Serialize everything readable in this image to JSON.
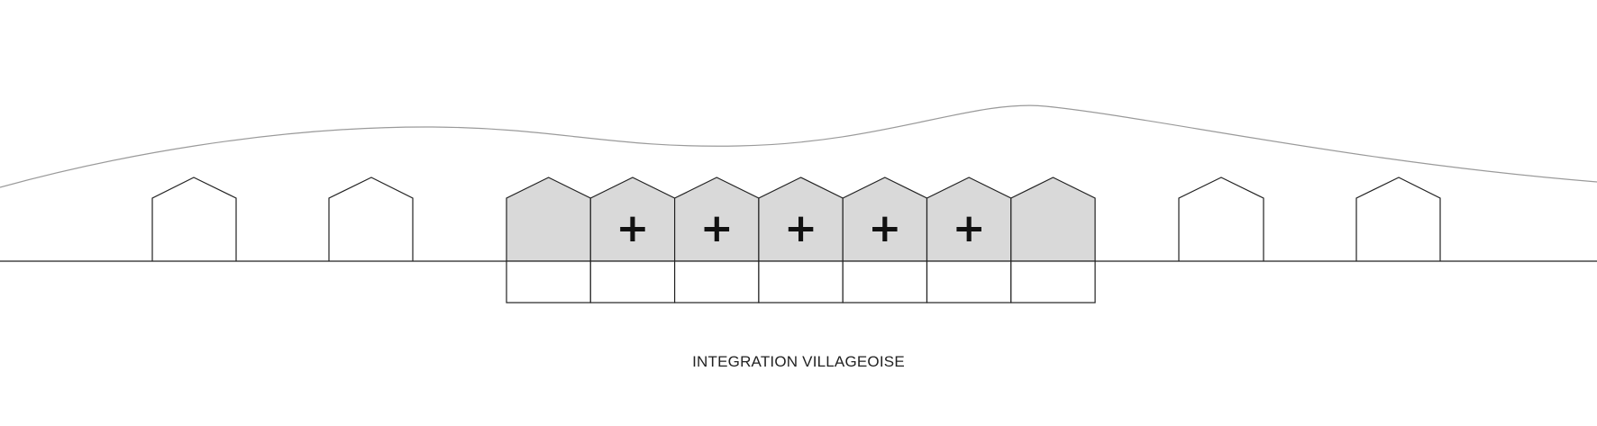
{
  "caption": "INTEGRATION VILLAGEOISE",
  "colors": {
    "line": "#222222",
    "hill": "#9a9a9a",
    "new_house_fill": "#d9d9d9",
    "background": "#ffffff",
    "plus": "#111111"
  },
  "houses": {
    "existing_count": 4,
    "new_row_count": 7,
    "plus_marks": "+"
  }
}
